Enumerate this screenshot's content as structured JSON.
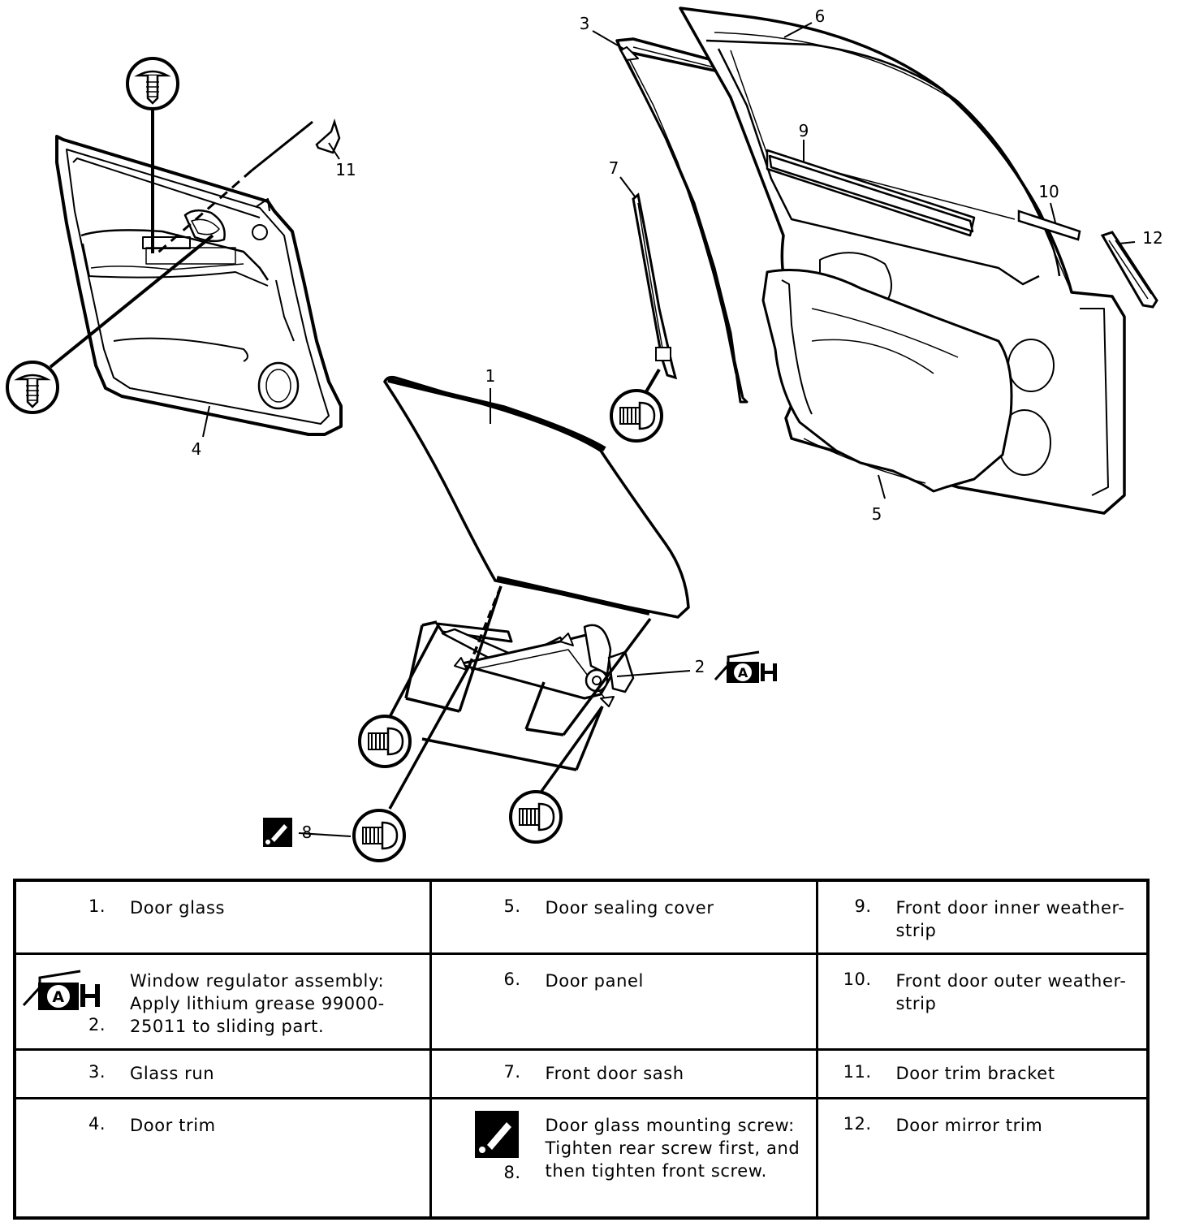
{
  "callouts": {
    "c1": "1",
    "c2": "2",
    "c3": "3",
    "c4": "4",
    "c5": "5",
    "c6": "6",
    "c7": "7",
    "c8": "8",
    "c9": "9",
    "c10": "10",
    "c11": "11",
    "c12": "12"
  },
  "legend": {
    "rows": [
      [
        {
          "num": "1.",
          "text": "Door glass"
        },
        {
          "num": "5.",
          "text": "Door sealing cover"
        },
        {
          "num": "9.",
          "text": "Front door inner weather-strip"
        }
      ],
      [
        {
          "num": "2.",
          "text": "Window regulator assembly: Apply lithium grease 99000-25011 to sliding part.",
          "icon": "grease-icon"
        },
        {
          "num": "6.",
          "text": "Door panel"
        },
        {
          "num": "10.",
          "text": "Front door outer weather-strip"
        }
      ],
      [
        {
          "num": "3.",
          "text": "Glass run"
        },
        {
          "num": "7.",
          "text": "Front door sash"
        },
        {
          "num": "11.",
          "text": "Door trim bracket"
        }
      ],
      [
        {
          "num": "4.",
          "text": "Door trim"
        },
        {
          "num": "8.",
          "text": "Door glass mounting screw: Tighten rear screw first, and then tighten front screw.",
          "icon": "tighten-order-icon"
        },
        {
          "num": "12.",
          "text": "Door mirror trim"
        }
      ]
    ]
  }
}
